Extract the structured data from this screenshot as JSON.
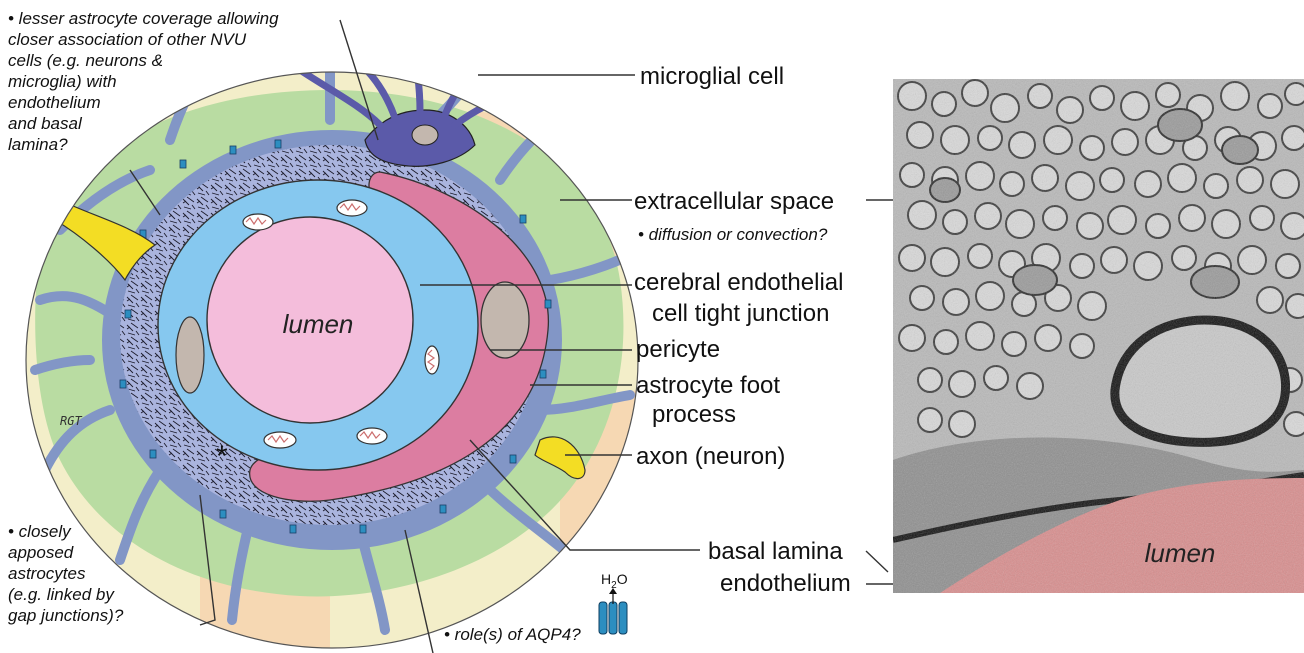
{
  "notes": {
    "astro_coverage": [
      "• lesser astrocyte coverage allowing",
      "closer association of other NVU",
      "cells (e.g. neurons &",
      "microglia) with",
      "endothelium",
      "and basal",
      "lamina?"
    ],
    "apposed": [
      "• closely",
      "apposed",
      "astrocytes",
      "(e.g. linked by",
      "gap junctions)?"
    ],
    "aqp4": "• role(s) of AQP4?",
    "diffusion": "• diffusion or convection?"
  },
  "labels": {
    "microglial": "microglial cell",
    "extracellular": "extracellular space",
    "tj_line1": "cerebral endothelial",
    "tj_line2": "cell tight junction",
    "pericyte": "pericyte",
    "foot_line1": "astrocyte foot",
    "foot_line2": "process",
    "axon": "axon (neuron)",
    "basal": "basal lamina",
    "endothelium": "endothelium",
    "lumen_diagram": "lumen",
    "lumen_micrograph": "lumen",
    "signature": "RGT",
    "water_H": "H",
    "water_sub": "2",
    "water_O": "O"
  },
  "colors": {
    "outer_peach": "#f6d8b3",
    "outer_cream": "#f3eec9",
    "astro_green": "#b9dca2",
    "astro_blue": "#8296c6",
    "basal_blue": "#aab4de",
    "endo_cyan": "#86c8ef",
    "lumen_pink": "#f4bddb",
    "pericyte_pink": "#dc7da1",
    "microglia_purple": "#5b5aa9",
    "axon_yellow": "#f3dd24",
    "nucleus_gray": "#c3b7ae",
    "micro_red": "#cc6f6f",
    "aqp4_blue": "#2c8ec0"
  }
}
